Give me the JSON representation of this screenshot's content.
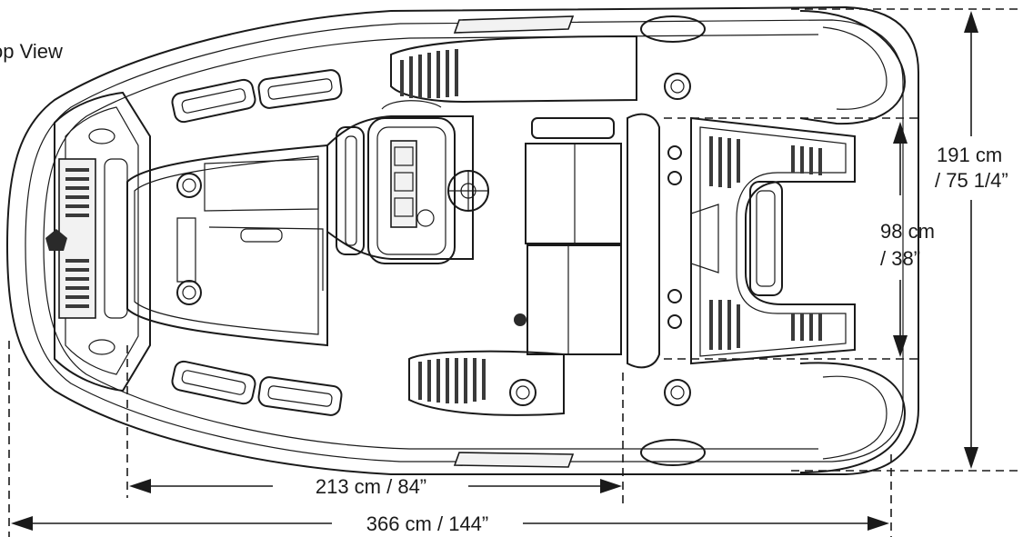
{
  "view_title": "Top View",
  "dimensions": {
    "overall_length": "366 cm / 144”",
    "deck_length": "213 cm / 84”",
    "overall_beam_cm": "191 cm",
    "overall_beam_in": "/ 75 1/4”",
    "inner_beam_cm": "98 cm",
    "inner_beam_in": "/ 38”"
  },
  "colors": {
    "ink": "#1a1a1a",
    "background": "#ffffff"
  }
}
